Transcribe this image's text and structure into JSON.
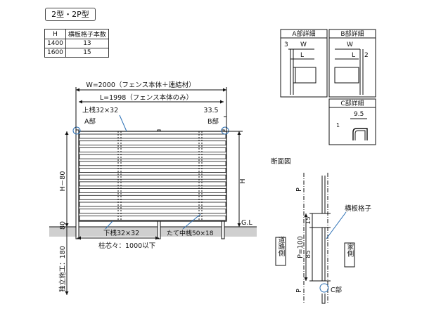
{
  "title": "2型・2P型",
  "table": {
    "headers": [
      "H",
      "横板格子本数"
    ],
    "rows": [
      [
        "1400",
        "13"
      ],
      [
        "1600",
        "15"
      ]
    ]
  },
  "front": {
    "w_total": "W=2000（フェンス本体＋連結材）",
    "l_body": "L=1998（フェンス本体のみ）",
    "top_rail": "上桟32×32",
    "offset": "33.5",
    "a_label": "A部",
    "b_label": "B部",
    "h_minus": "H－80",
    "h": "H",
    "dim80": "80",
    "gl": "G.L",
    "foundation": "独立施工：180",
    "bottom_rail": "下桟32×32",
    "post_pitch": "柱芯々：1000以下",
    "mid_post": "たて中桟50×18"
  },
  "detail_a": {
    "title": "A部詳細",
    "n3": "3",
    "w": "W",
    "l": "L"
  },
  "detail_b": {
    "title": "B部詳細",
    "w": "W",
    "l": "L",
    "n2": "2"
  },
  "detail_c": {
    "title": "C部詳細",
    "n95": "9.5",
    "n1": "1"
  },
  "section": {
    "title": "断面図",
    "p_top": "P",
    "slat": "横板格子",
    "n15": "15",
    "p100": "P=100",
    "n85": "85",
    "road_side": "道路側",
    "house_side": "家側",
    "p_bot": "P",
    "c_label": "C部"
  },
  "colors": {
    "line": "#111111",
    "leader": "#2a6fb5",
    "ground": "#cccccc"
  }
}
